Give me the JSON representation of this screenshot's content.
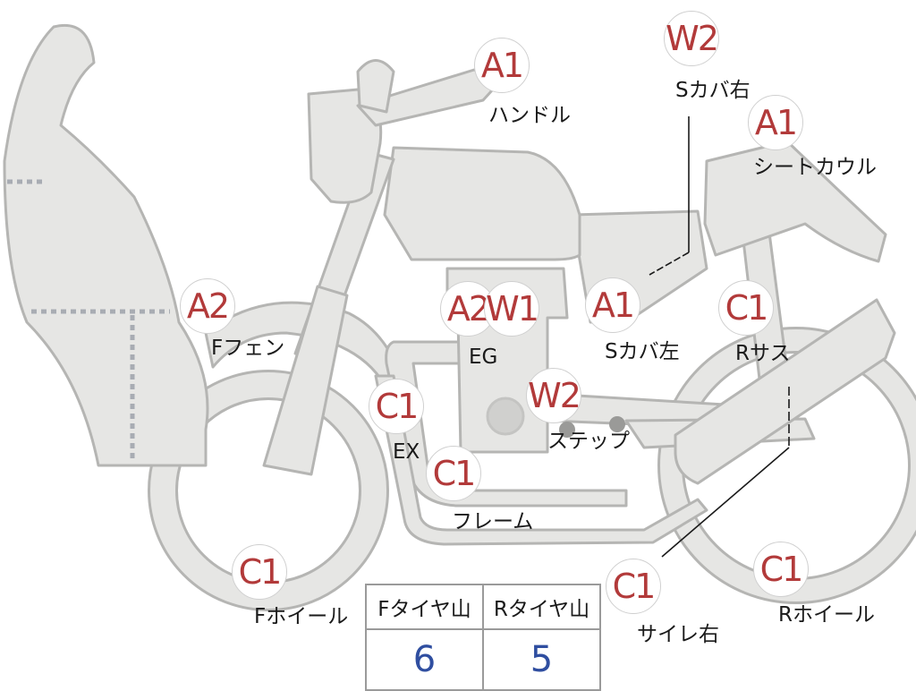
{
  "badges": {
    "handle": "A1",
    "seat_cover_right": "W2",
    "seat_cowl": "A1",
    "front_fender": "A2",
    "engine_a": "A2",
    "engine_w": "W1",
    "side_cover_left": "A1",
    "rear_suspension": "C1",
    "exhaust": "C1",
    "step": "W2",
    "frame": "C1",
    "front_wheel": "C1",
    "silencer_right": "C1",
    "rear_wheel": "C1"
  },
  "labels": {
    "handle": "ハンドル",
    "seat_cover_right": "Sカバ右",
    "seat_cowl": "シートカウル",
    "front_fender": "Fフェン",
    "engine": "EG",
    "side_cover_left": "Sカバ左",
    "rear_suspension": "Rサス",
    "exhaust": "EX",
    "step": "ステップ",
    "frame": "フレーム",
    "front_wheel": "Fホイール",
    "silencer_right": "サイレ右",
    "rear_wheel": "Rホイール"
  },
  "tire_table": {
    "front_header": "Fタイヤ山",
    "rear_header": "Rタイヤ山",
    "front_value": "6",
    "rear_value": "5"
  },
  "colors": {
    "part_fill": "#e6e6e4",
    "part_outline": "#b5b5b3",
    "badge_text": "#b23a3a",
    "table_value": "#2f4ea0"
  }
}
